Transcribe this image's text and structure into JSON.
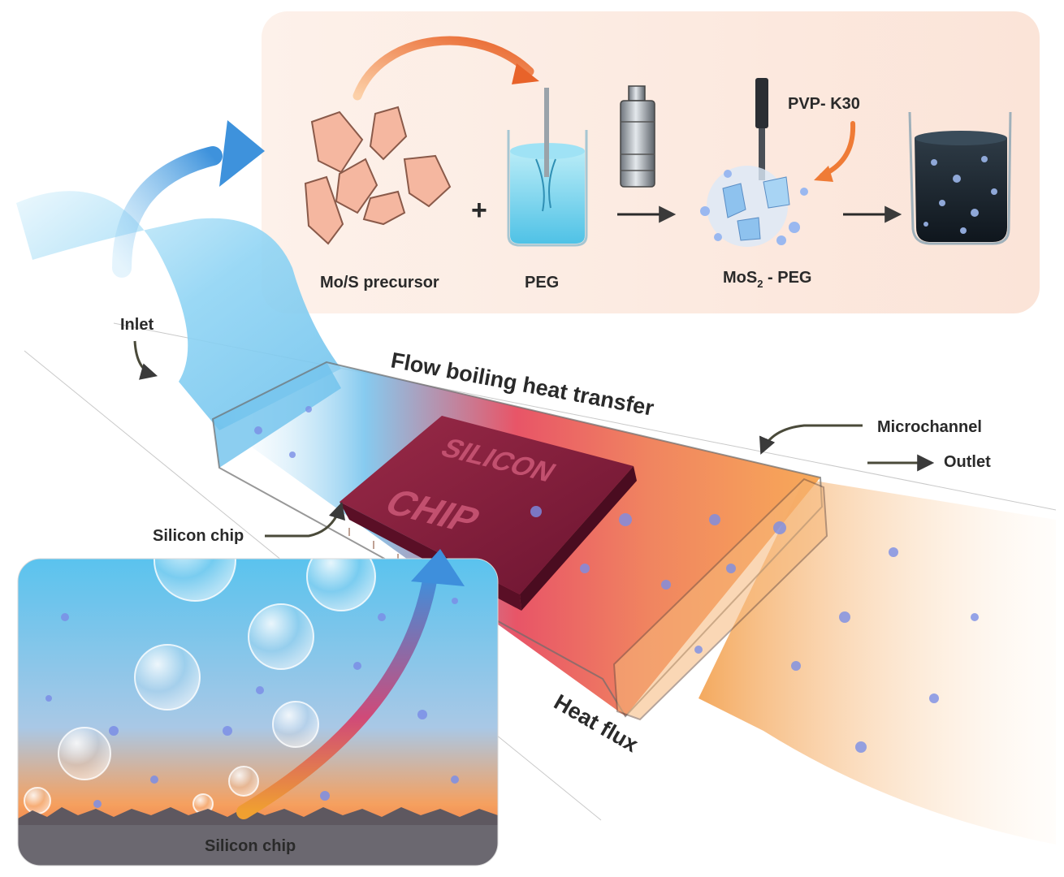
{
  "synthesis_panel": {
    "precursor_label": "Mo/S precursor",
    "plus_sign": "+",
    "peg_label": "PEG",
    "pvp_label": "PVP- K30",
    "mos2_prefix": "MoS",
    "mos2_subscript": "2",
    "mos2_suffix": " - PEG",
    "background_color": "#fbe9e0"
  },
  "main_diagram": {
    "inlet_label": "Inlet",
    "flow_title": "Flow boiling heat transfer",
    "microchannel_label": "Microchannel",
    "outlet_label": "Outlet",
    "silicon_chip_label": "Silicon chip",
    "heat_flux_label": "Heat flux",
    "chip_text_line1": "SILICON",
    "chip_text_line2": "CHIP"
  },
  "inset": {
    "surface_label": "Silicon chip"
  },
  "colors": {
    "cold_fluid": "#7cc6ee",
    "hot_fluid": "#e64a3c",
    "outlet_fluid": "#f5a04a",
    "chip": "#8a1f3c",
    "arrow_orange": "#ef7b36",
    "arrow_blue": "#4a9fe0",
    "particle": "#7b8ee6"
  }
}
